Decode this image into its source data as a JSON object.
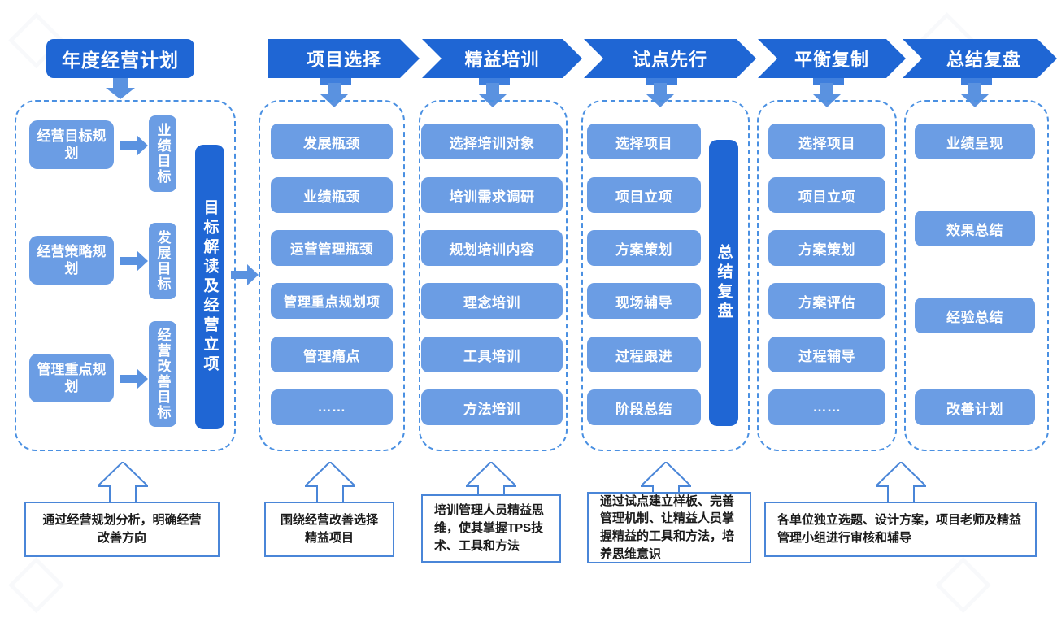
{
  "title": {
    "label": "年度经营计划"
  },
  "stages": [
    {
      "label": "项目选择"
    },
    {
      "label": "精益培训"
    },
    {
      "label": "试点先行"
    },
    {
      "label": "平衡复制"
    },
    {
      "label": "总结复盘"
    }
  ],
  "planning_panel": {
    "rows": [
      {
        "label": "经营目标规划",
        "target": "业绩目标"
      },
      {
        "label": "经营策略规划",
        "target": "发展目标"
      },
      {
        "label": "管理重点规划",
        "target": "经营改善目标"
      }
    ],
    "summary_box": "目标解读及经营立项"
  },
  "columns": [
    {
      "name": "项目选择",
      "items": [
        "发展瓶颈",
        "业绩瓶颈",
        "运营管理瓶颈",
        "管理重点规划项",
        "管理痛点",
        "……"
      ]
    },
    {
      "name": "精益培训",
      "items": [
        "选择培训对象",
        "培训需求调研",
        "规划培训内容",
        "理念培训",
        "工具培训",
        "方法培训"
      ]
    },
    {
      "name": "试点先行",
      "items": [
        "选择项目",
        "项目立项",
        "方案策划",
        "现场辅导",
        "过程跟进",
        "阶段总结"
      ],
      "side_box": "总结复盘"
    },
    {
      "name": "平衡复制",
      "items": [
        "选择项目",
        "项目立项",
        "方案策划",
        "方案评估",
        "过程辅导",
        "……"
      ]
    },
    {
      "name": "总结复盘",
      "items": [
        "业绩呈现",
        "效果总结",
        "经验总结",
        "改善计划"
      ]
    }
  ],
  "captions": [
    {
      "text": "通过经营规划分析，明确经营改善方向",
      "lines": [
        "通过经营规划分析，",
        "明确经营改善方向"
      ]
    },
    {
      "text": "围绕经营改善选择精益项目",
      "lines": [
        "围绕经营改善选择",
        "精益项目"
      ]
    },
    {
      "text": "培训管理人员精益思维，使其掌握TPS技术、工具和方法",
      "lines": [
        "培训管理人员精益思维，使其掌握TPS技术、工具和方法"
      ]
    },
    {
      "text": "通过试点建立样板、完善管理机制、让精益人员掌握精益的工具和方法，培养思维意识",
      "lines": [
        "通过试点建立样板、完善管理机制、让精益人员掌握精益的工具和方法，培养思维意识"
      ]
    },
    {
      "text": "各单位独立选题、设计方案，项目老师及精益管理小组进行审核和辅导",
      "lines": [
        "各单位独立选题、设计方案，项目老师及精益管理小组进行审核和辅导"
      ]
    }
  ],
  "colors": {
    "primary_dark": "#1f66d4",
    "primary_light": "#6b9de4",
    "dashed_border": "#4a90e2",
    "caption_border": "#4a86d8",
    "text_on_blue": "#ffffff",
    "caption_text": "#1a1a1a"
  }
}
